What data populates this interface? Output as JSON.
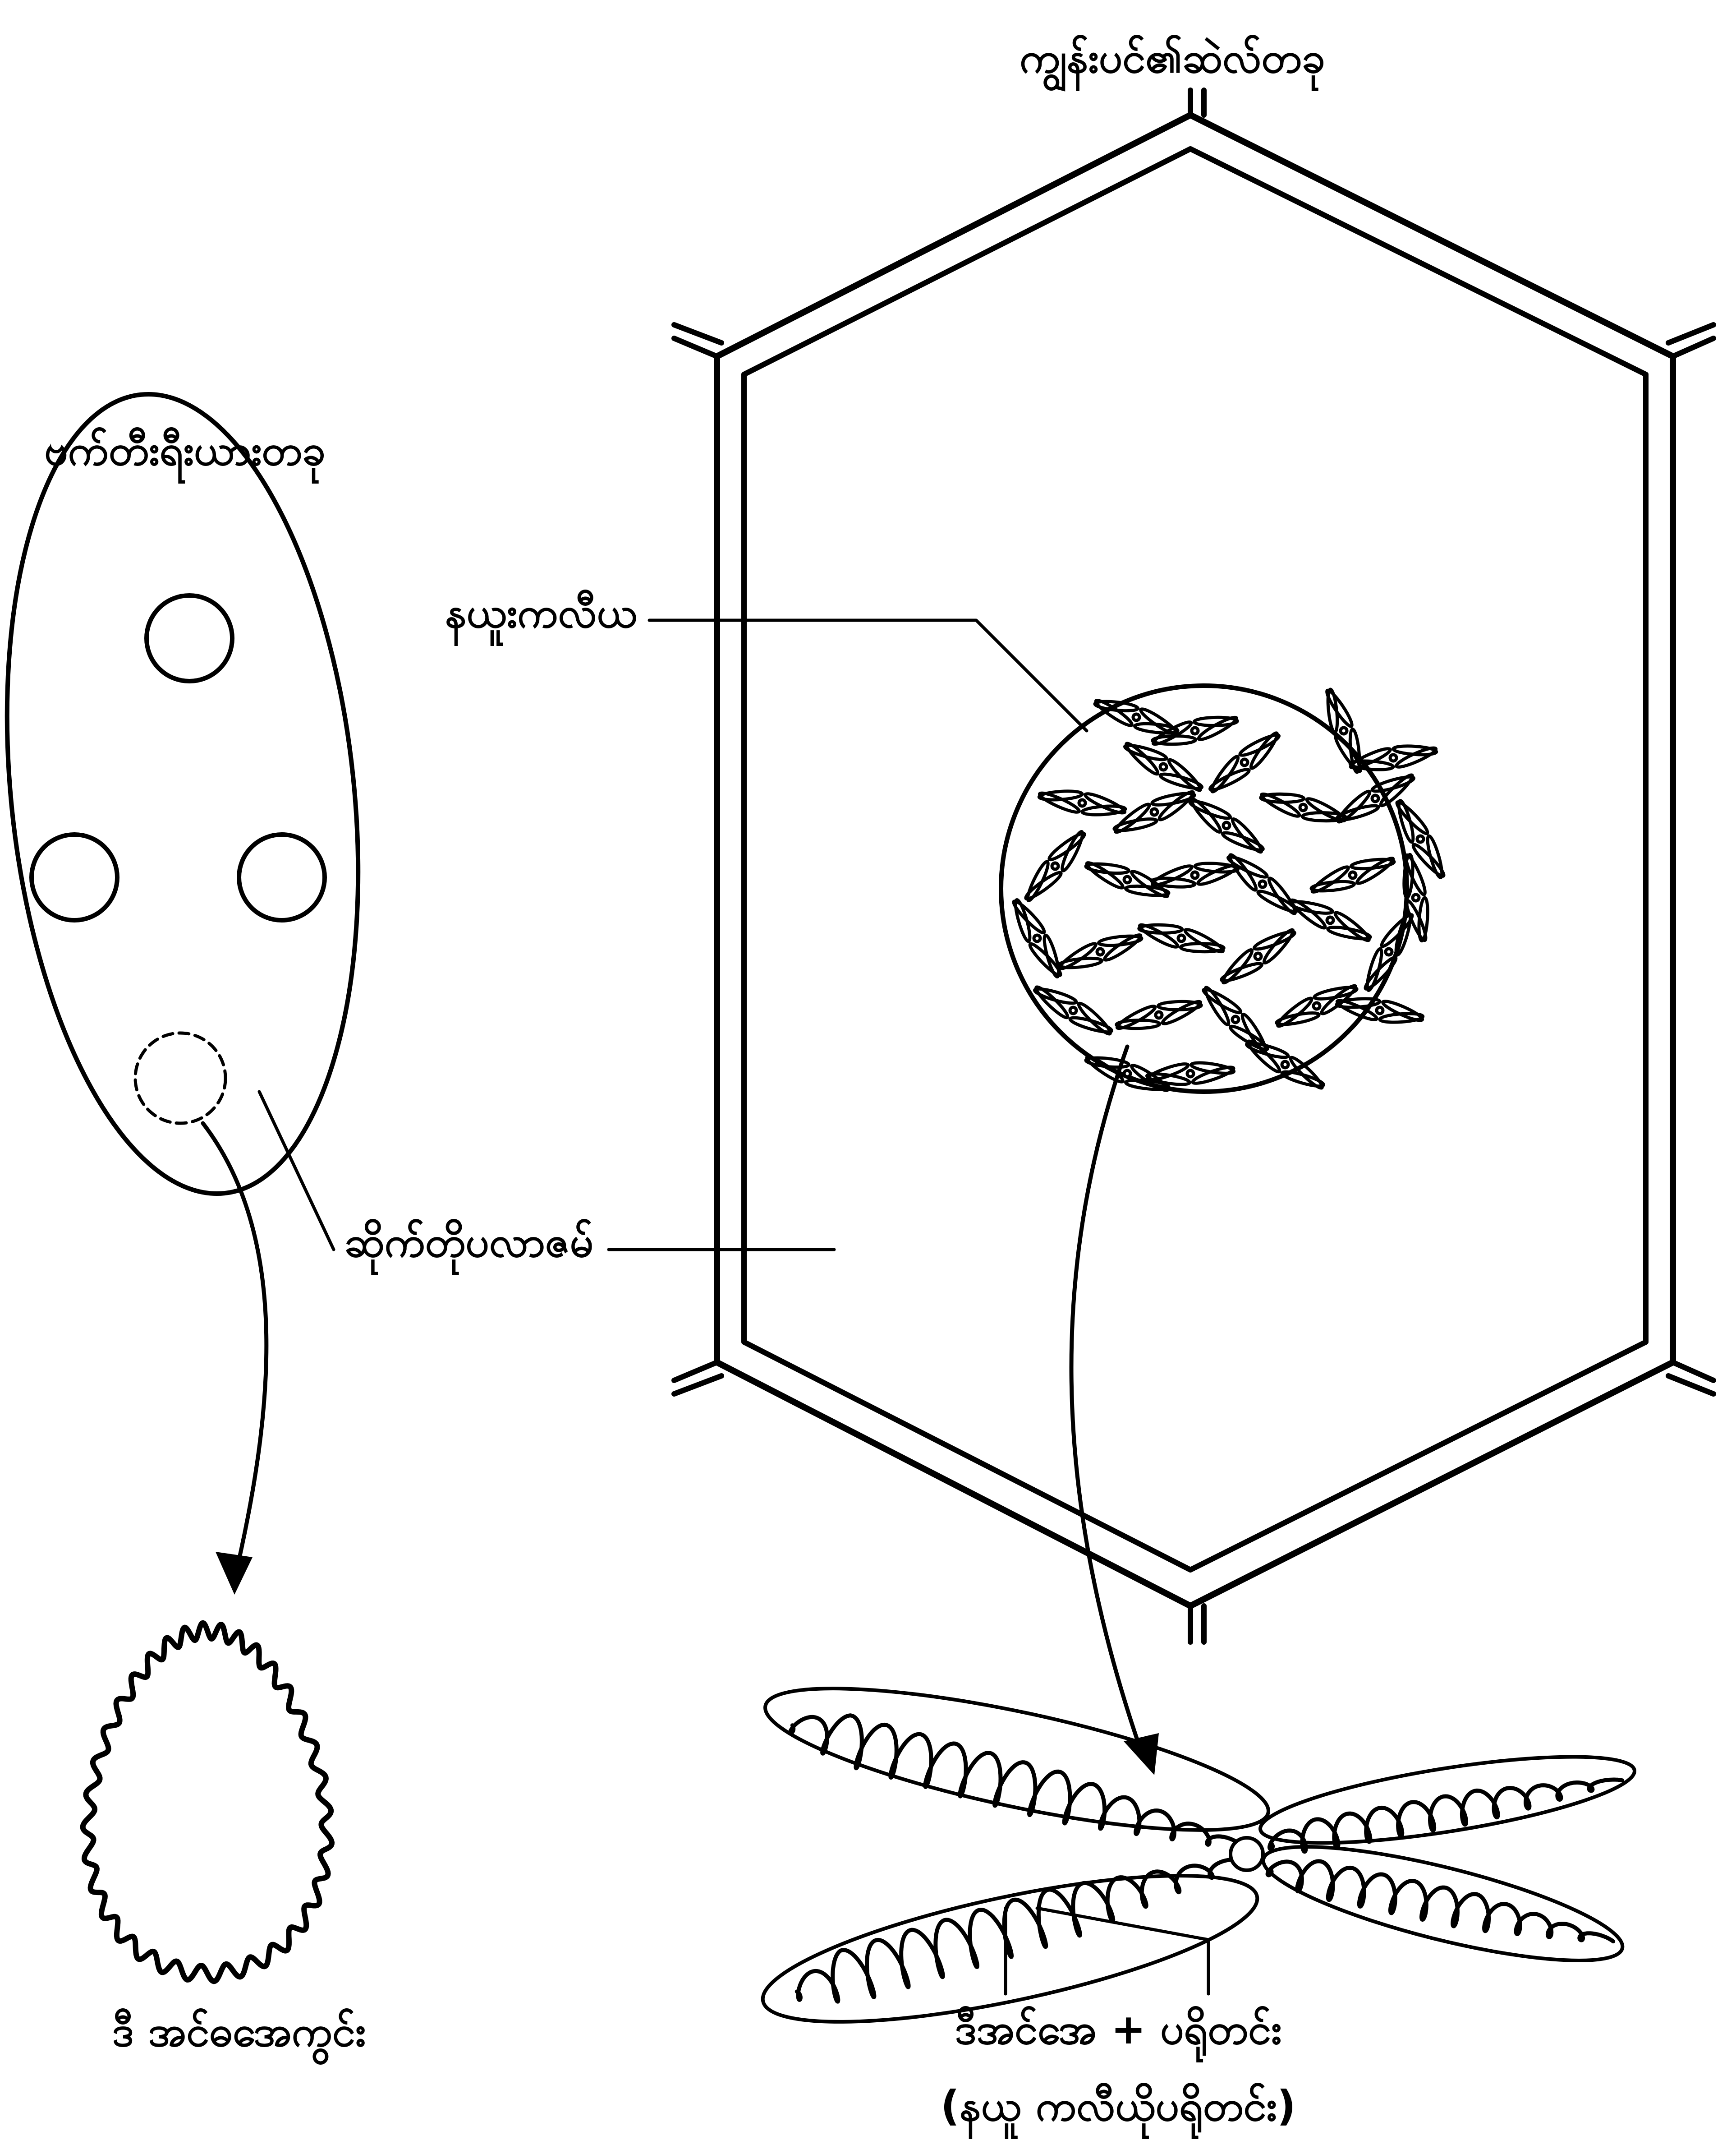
{
  "labels": {
    "plant_cell_title": "ကျွန်းပင်၏ဆဲလ်တခု",
    "bacterium_title": "ဗက်တီးရီးယားတခု",
    "nucleus": "နယူးကလီယ",
    "cytoplasm": "ဆိုက်တိုပလာဇမ်",
    "dna_ring": "ဒီ အင်ဓအေကွင်း",
    "dna_protein": "ဒီအင်အေ + ပရိုတင်း",
    "nucleoprotein": "(နယူ ကလီယိုပရိုတင်း)"
  },
  "colors": {
    "ink": "#000000",
    "paper": "#ffffff"
  },
  "icons": {
    "arrowhead": "arrowhead-icon"
  }
}
